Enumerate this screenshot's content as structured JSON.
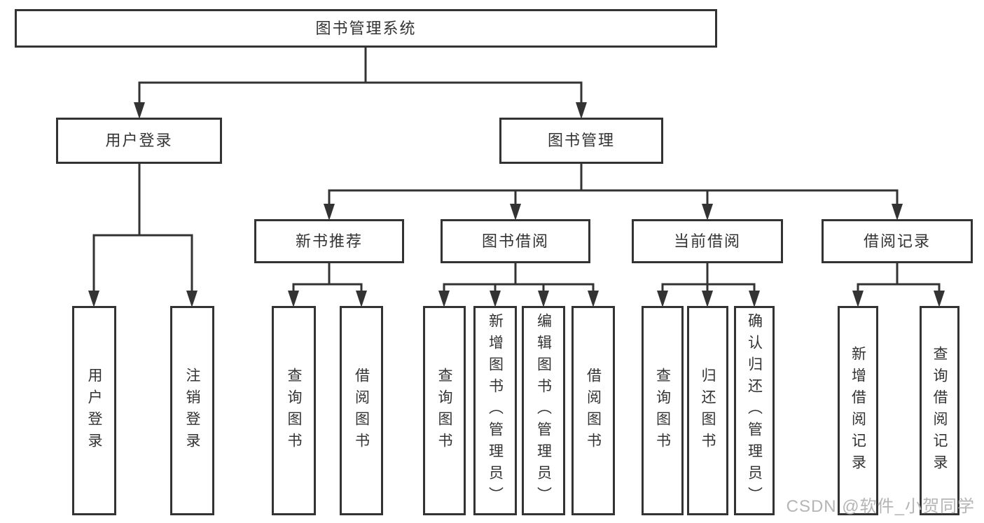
{
  "diagram": {
    "root": {
      "label": "图书管理系统"
    },
    "branches": [
      {
        "label": "用户登录",
        "children": [
          {
            "label": "用户登录"
          },
          {
            "label": "注销登录"
          }
        ]
      },
      {
        "label": "图书管理",
        "sections": [
          {
            "label": "新书推荐",
            "children": [
              {
                "label": "查询图书"
              },
              {
                "label": "借阅图书"
              }
            ]
          },
          {
            "label": "图书借阅",
            "children": [
              {
                "label": "查询图书"
              },
              {
                "label": "新增图书（管理员）"
              },
              {
                "label": "编辑图书（管理员）"
              },
              {
                "label": "借阅图书"
              }
            ]
          },
          {
            "label": "当前借阅",
            "children": [
              {
                "label": "查询图书"
              },
              {
                "label": "归还图书"
              },
              {
                "label": "确认归还（管理员）"
              }
            ]
          },
          {
            "label": "借阅记录",
            "children": [
              {
                "label": "新增借阅记录"
              },
              {
                "label": "查询借阅记录"
              }
            ]
          }
        ]
      }
    ]
  },
  "watermark": {
    "text": "CSDN @软件_小贺同学"
  },
  "colors": {
    "line": "#333333",
    "node_border": "#333333",
    "text": "#333333",
    "watermark": "#b5b5b5",
    "background": "#ffffff"
  }
}
